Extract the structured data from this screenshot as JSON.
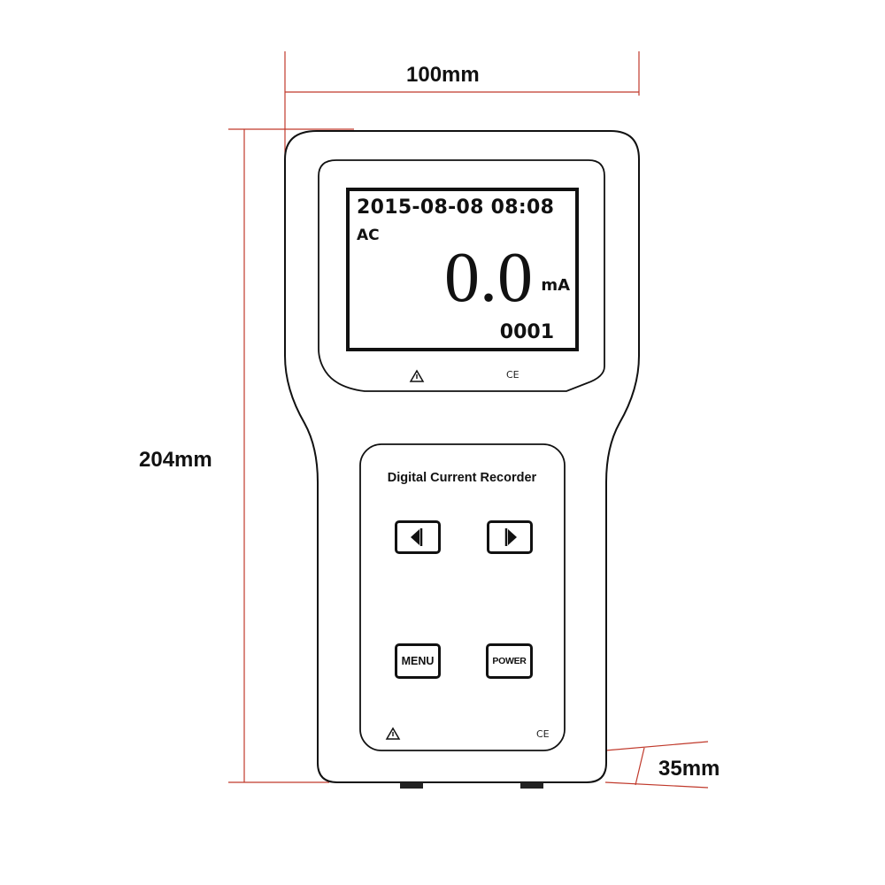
{
  "dimensions": {
    "width_label": "100mm",
    "height_label": "204mm",
    "depth_label": "35mm"
  },
  "display": {
    "datetime": "2015-08-08 08:08",
    "mode": "AC",
    "reading": "0.0",
    "unit": "mA",
    "counter": "0001"
  },
  "panel": {
    "device_name": "Digital Current Recorder",
    "buttons": {
      "menu": "MENU",
      "power": "POWER"
    }
  },
  "marks": {
    "ce": "CE"
  },
  "icons": [
    "warning-triangle-icon",
    "left-arrow-icon",
    "right-arrow-icon"
  ],
  "colors": {
    "dimension_line": "#c0392b",
    "outline": "#111111"
  }
}
